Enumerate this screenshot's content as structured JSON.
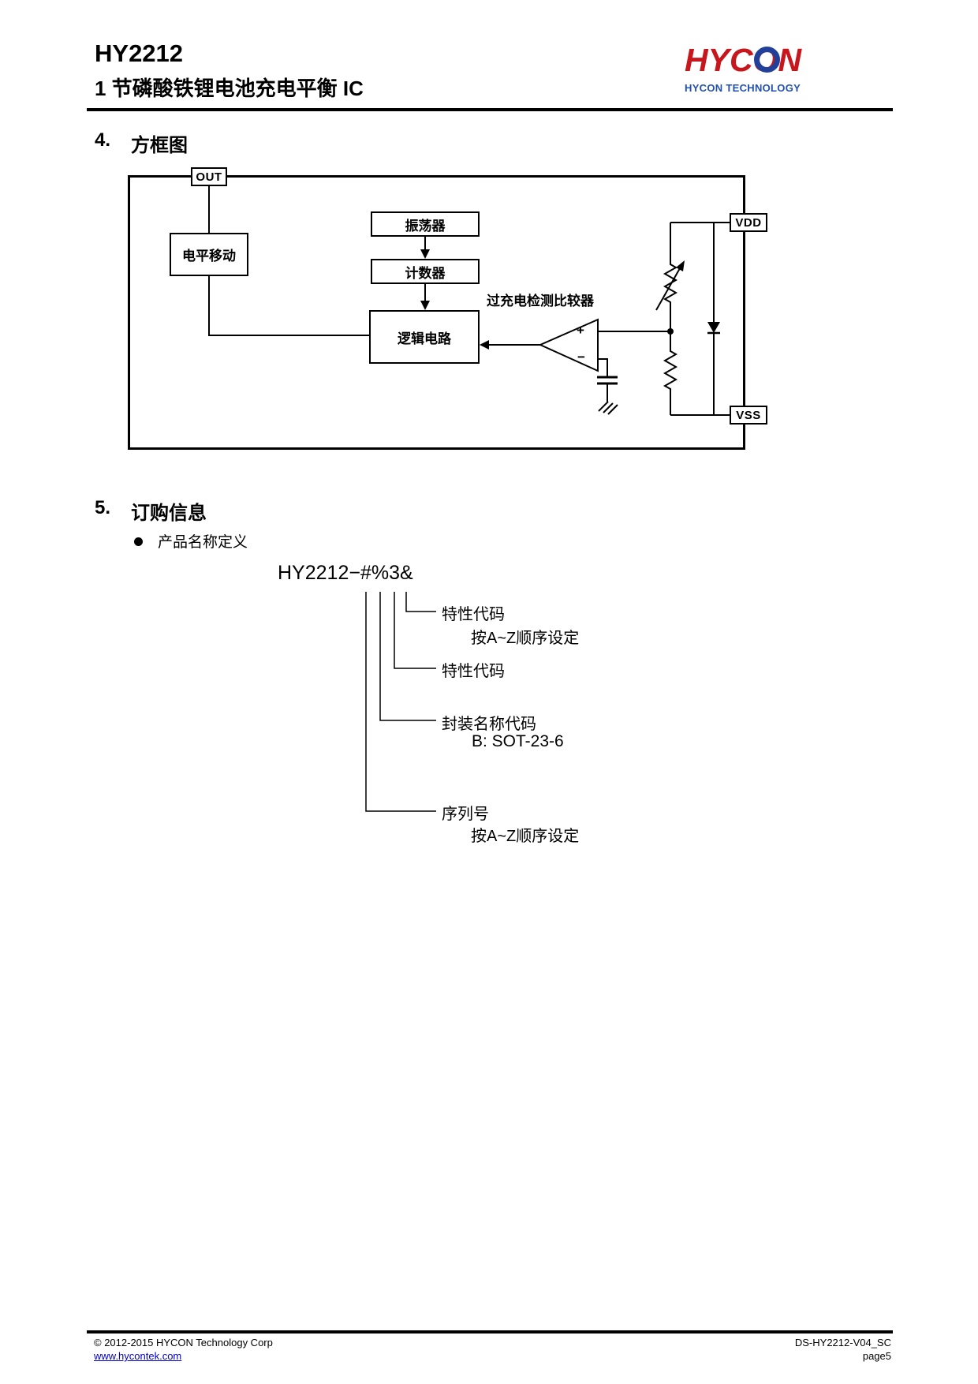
{
  "header": {
    "part_number": "HY2212",
    "subtitle": "1 节磷酸铁锂电池充电平衡 IC",
    "logo": {
      "text": "HYCON",
      "subtext": "HYCON TECHNOLOGY",
      "red": "#c8161d",
      "blue": "#21409a"
    }
  },
  "section_block_diagram": {
    "number": "4.",
    "title": "方框图",
    "pins": {
      "out": "OUT",
      "vdd": "VDD",
      "vss": "VSS"
    },
    "blocks": {
      "level_shift": "电平移动",
      "oscillator": "振荡器",
      "counter": "计数器",
      "logic": "逻辑电路"
    },
    "comparator_label": "过充电检测比较器",
    "comparator_plus": "+",
    "comparator_minus": "−"
  },
  "section_ordering": {
    "number": "5.",
    "title": "订购信息",
    "bullet_label": "产品名称定义",
    "product_code": "HY2212−#%3&",
    "legend": {
      "feature_code_1": {
        "label": "特性代码",
        "sub": "按A~Z顺序设定"
      },
      "feature_code_2": {
        "label": "特性代码"
      },
      "package_code": {
        "label": "封装名称代码",
        "sub": "B: SOT-23-6"
      },
      "serial_number": {
        "label": "序列号",
        "sub": "按A~Z顺序设定"
      }
    }
  },
  "footer": {
    "copyright": "© 2012-2015 HYCON Technology Corp",
    "website": "www.hycontek.com",
    "doc_id": "DS-HY2212-V04_SC",
    "page_number": "page5"
  }
}
